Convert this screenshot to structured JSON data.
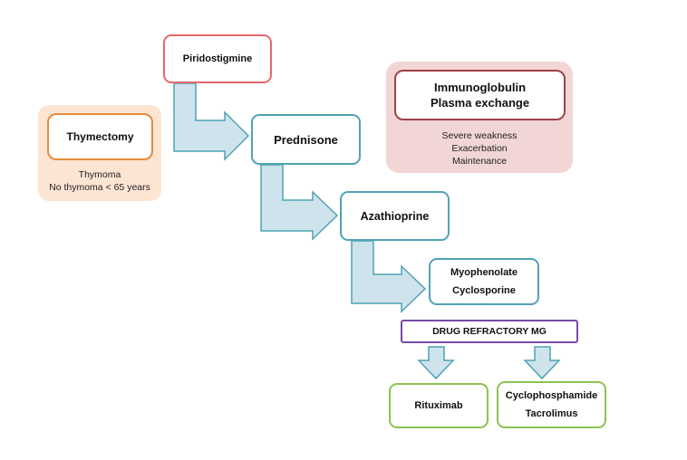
{
  "nodes": {
    "piridostigmine": "Piridostigmine",
    "prednisone": "Prednisone",
    "azathioprine": "Azathioprine",
    "myophenolate": "Myophenolate",
    "cyclosporine": "Cyclosporine",
    "drug_refractory": "DRUG REFRACTORY MG",
    "rituximab": "Rituximab",
    "cyclophosphamide": "Cyclophosphamide",
    "tacrolimus": "Tacrolimus"
  },
  "thymectomy": {
    "title": "Thymectomy",
    "notes": [
      "Thymoma",
      "No thymoma < 65 years"
    ]
  },
  "immunoglobulin": {
    "title_lines": [
      "Immunoglobulin",
      "Plasma exchange"
    ],
    "notes": [
      "Severe weakness",
      "Exacerbation",
      "Maintenance"
    ]
  },
  "colors": {
    "teal": "#4fa3b3",
    "green": "#8cc34f",
    "red": "#e8686a",
    "orange": "#e88a3a",
    "maroon": "#a04047",
    "purple": "#7a4aa6",
    "arrow_fill": "#cfe3ec",
    "arrow_stroke": "#4fa3b3"
  }
}
